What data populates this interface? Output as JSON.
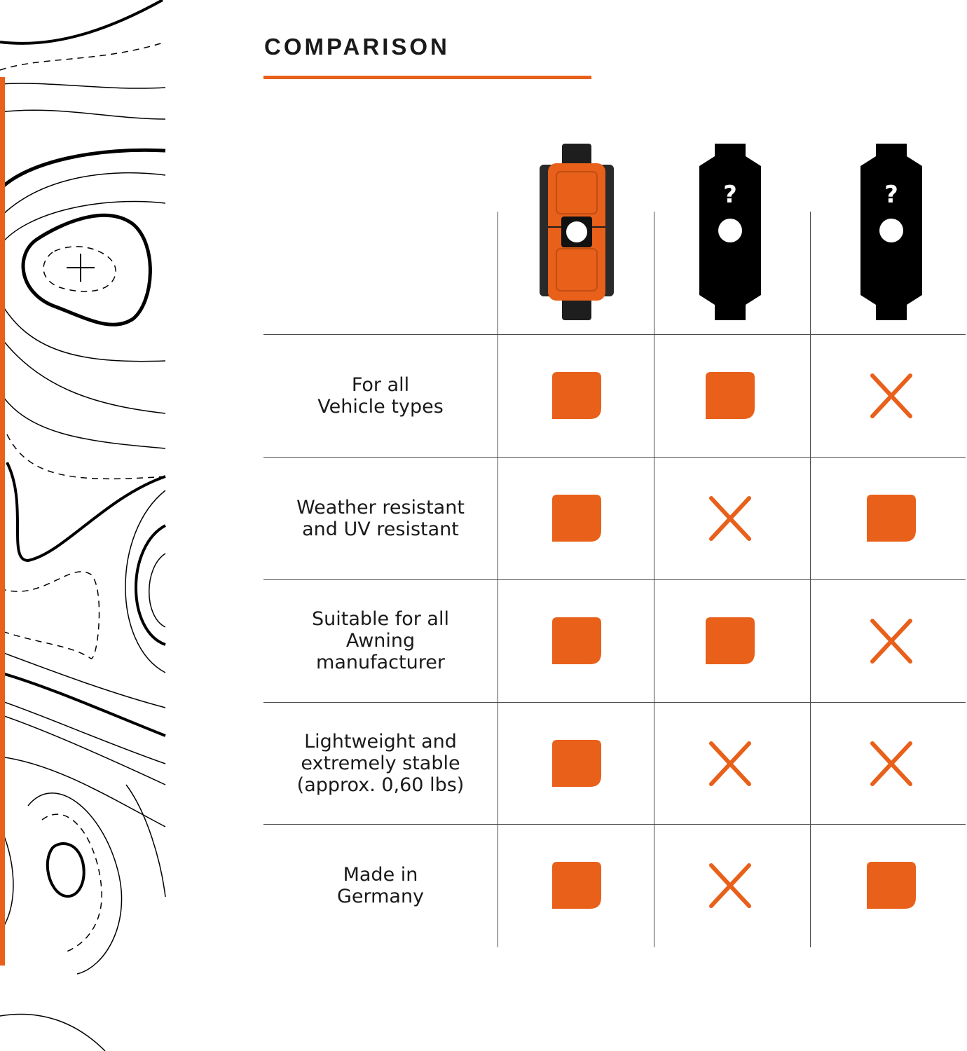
{
  "title": "COMPARISON",
  "colors": {
    "accent": "#e8601a",
    "ink": "#000000"
  },
  "products": [
    {
      "icon": "awning-clamp-product-icon",
      "mystery": false
    },
    {
      "icon": "unknown-clamp-icon",
      "mystery": true,
      "mark": "?"
    },
    {
      "icon": "unknown-clamp-icon",
      "mystery": true,
      "mark": "?"
    }
  ],
  "rows": [
    {
      "feature": "For all\nVehicle types",
      "values": [
        "check",
        "check",
        "cross"
      ]
    },
    {
      "feature": "Weather resistant\nand UV resistant",
      "values": [
        "check",
        "cross",
        "check"
      ]
    },
    {
      "feature": "Suitable for all\nAwning\nmanufacturer",
      "values": [
        "check",
        "check",
        "cross"
      ]
    },
    {
      "feature": "Lightweight and\nextremely stable\n(approx. 0,60 lbs)",
      "values": [
        "check",
        "cross",
        "cross"
      ]
    },
    {
      "feature": "Made in\nGermany",
      "values": [
        "check",
        "cross",
        "check"
      ]
    }
  ],
  "mark_icons": {
    "check": "orange-square-icon",
    "cross": "orange-cross-icon"
  }
}
